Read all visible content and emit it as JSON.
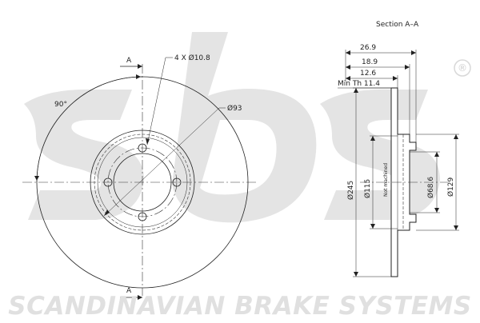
{
  "brand": {
    "watermark_letters": "sbs",
    "registered_mark": "®",
    "footer": "SCANDINAVIAN BRAKE SYSTEMS",
    "watermark_color": "#e4e4e4"
  },
  "front_view": {
    "section_marker_top": "A",
    "section_marker_bottom": "A",
    "angle_label": "90°",
    "holes_label": "4 X Ø10.8",
    "pcd_label": "Ø93"
  },
  "section_view": {
    "title": "Section A–A",
    "dims": {
      "overall_height": "26.9",
      "hat_depth": "18.9",
      "thickness": "12.6",
      "min_th": "Min Th 11.4"
    },
    "diameters": {
      "outer": "Ø245",
      "machined": "Ø115",
      "not_machined": "Not machined",
      "center_bore": "Ø68.6",
      "hat": "Ø129"
    }
  }
}
